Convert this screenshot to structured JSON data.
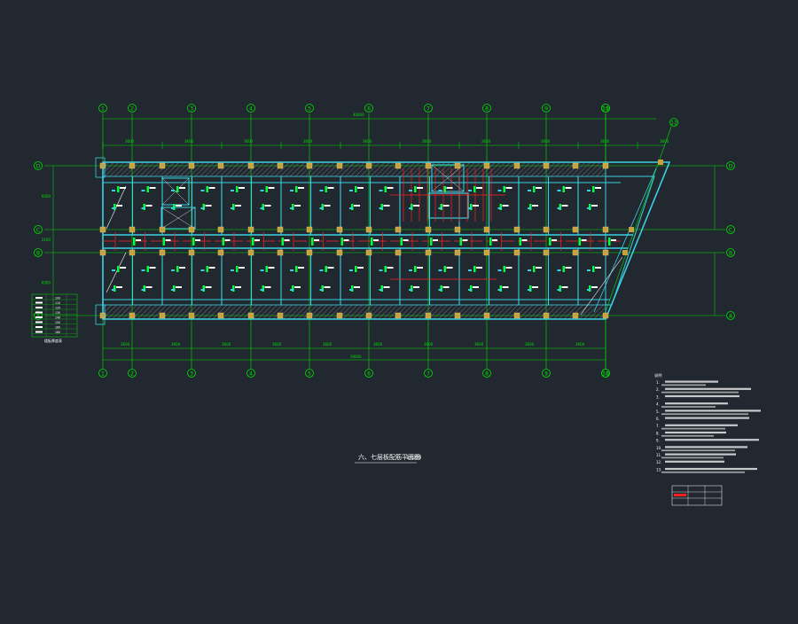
{
  "drawing": {
    "title": "六、七层板配筋平面图",
    "scale": "1:100",
    "colors": {
      "background": "#212830",
      "grid": "#00e000",
      "beam": "#3ad0e0",
      "rebar_top": "#ff2020",
      "rebar_mark": "#ffffff",
      "rebar_bottom": "#00ff3a",
      "column": "#c8a040",
      "hatch": "#a0a0a0",
      "notes": "#ffffff"
    },
    "axes_vertical": [
      "1",
      "2",
      "3",
      "4",
      "5",
      "6",
      "7",
      "8",
      "9",
      "10",
      "11"
    ],
    "axes_vertical_extra": "12",
    "axes_horizontal_left": [
      "D",
      "C",
      "B",
      "A"
    ],
    "axes_horizontal_right": [
      "D",
      "C",
      "B",
      "A"
    ],
    "dim_top_total": "40800",
    "dim_bottom_total": "39600",
    "dim_top": [
      "3600",
      "3600",
      "3600",
      "3600",
      "3600",
      "3600",
      "3600",
      "3600",
      "3600",
      "3600"
    ],
    "dim_bottom": [
      "3600",
      "3600",
      "3600",
      "3600",
      "3600",
      "3600",
      "3600",
      "3600",
      "3600",
      "3600"
    ],
    "dim_left": [
      "6000",
      "2100",
      "6000"
    ],
    "notes_header": "说明",
    "notes": [
      "1.",
      "2.",
      "3.",
      "4.",
      "5.",
      "6.",
      "7.",
      "8.",
      "9.",
      "10.",
      "11.",
      "12.",
      "13."
    ],
    "legend_title": "楼板厚度表",
    "legend_rows": [
      [
        "",
        "100"
      ],
      [
        "",
        "110"
      ],
      [
        "",
        "120"
      ],
      [
        "",
        "130"
      ],
      [
        "",
        "140"
      ],
      [
        "",
        "150"
      ],
      [
        "",
        "160"
      ],
      [
        "",
        "180"
      ]
    ]
  }
}
